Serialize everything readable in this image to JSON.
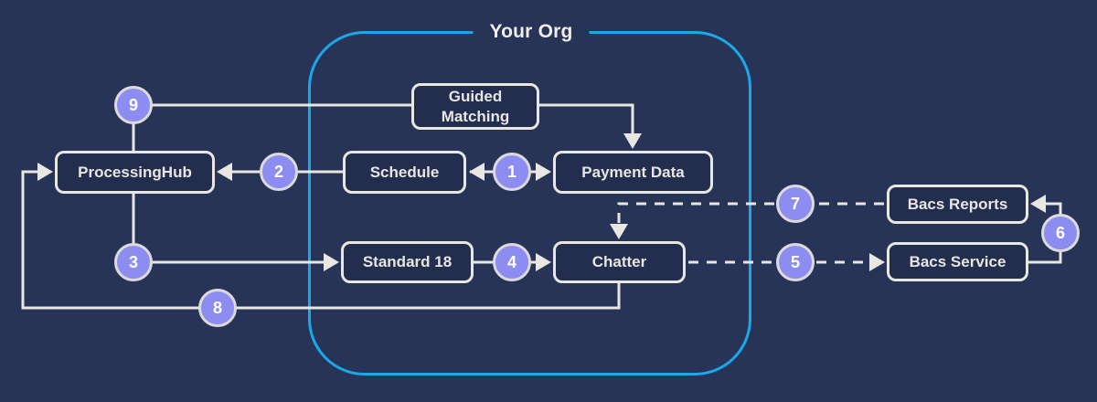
{
  "diagram": {
    "title": "Your Org",
    "colors": {
      "background": "#273357",
      "node_fill": "#232d4e",
      "line": "#e9e7e1",
      "org_border": "#1ba8e8",
      "badge_fill": "#8d8df1",
      "badge_border": "#dcdadb",
      "text": "#e8e6e3"
    },
    "nodes": {
      "processing_hub": {
        "label": "ProcessingHub",
        "inside_org": false
      },
      "guided_matching": {
        "label": "Guided Matching",
        "inside_org": true
      },
      "schedule": {
        "label": "Schedule",
        "inside_org": true
      },
      "payment_data": {
        "label": "Payment Data",
        "inside_org": true
      },
      "standard_18": {
        "label": "Standard 18",
        "inside_org": true
      },
      "chatter": {
        "label": "Chatter",
        "inside_org": true
      },
      "bacs_reports": {
        "label": "Bacs Reports",
        "inside_org": false
      },
      "bacs_service": {
        "label": "Bacs Service",
        "inside_org": false
      }
    },
    "steps": [
      {
        "n": "1"
      },
      {
        "n": "2"
      },
      {
        "n": "3"
      },
      {
        "n": "4"
      },
      {
        "n": "5"
      },
      {
        "n": "6"
      },
      {
        "n": "7"
      },
      {
        "n": "8"
      },
      {
        "n": "9"
      }
    ],
    "edges": [
      {
        "step": "1",
        "from": "Payment Data",
        "to": "Schedule",
        "style": "solid",
        "direction": "bidirectional"
      },
      {
        "step": "2",
        "from": "Schedule",
        "to": "ProcessingHub",
        "style": "solid",
        "direction": "one-way"
      },
      {
        "step": "3",
        "from": "ProcessingHub",
        "to": "Standard 18",
        "style": "solid",
        "direction": "one-way"
      },
      {
        "step": "4",
        "from": "Standard 18",
        "to": "Chatter",
        "style": "solid",
        "direction": "one-way"
      },
      {
        "step": "5",
        "from": "Chatter",
        "to": "Bacs Service",
        "style": "dashed",
        "direction": "one-way"
      },
      {
        "step": "6",
        "from": "Bacs Service",
        "to": "Bacs Reports",
        "style": "solid",
        "direction": "one-way"
      },
      {
        "step": "7",
        "from": "Bacs Reports",
        "to": "Chatter",
        "style": "dashed",
        "direction": "one-way"
      },
      {
        "step": "8",
        "from": "Chatter",
        "to": "ProcessingHub",
        "style": "solid",
        "direction": "one-way"
      },
      {
        "step": "9",
        "from": "ProcessingHub",
        "to": "Payment Data",
        "via": "Guided Matching",
        "style": "solid",
        "direction": "one-way"
      }
    ]
  }
}
